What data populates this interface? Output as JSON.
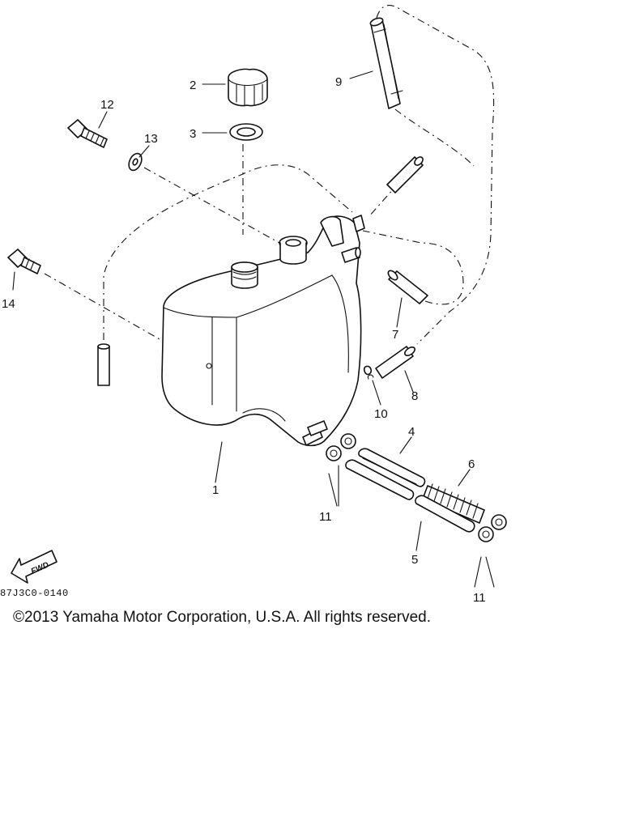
{
  "diagram": {
    "drawing_code": "87J3C0-0140",
    "copyright": "©2013 Yamaha Motor Corporation, U.S.A. All rights reserved.",
    "fwd_label": "FWD",
    "part_labels": {
      "p1": "1",
      "p2": "2",
      "p3": "3",
      "p4": "4",
      "p5": "5",
      "p6": "6",
      "p7": "7",
      "p8": "8",
      "p9": "9",
      "p10": "10",
      "p11a": "11",
      "p11b": "11",
      "p12": "12",
      "p13": "13",
      "p14": "14"
    }
  }
}
